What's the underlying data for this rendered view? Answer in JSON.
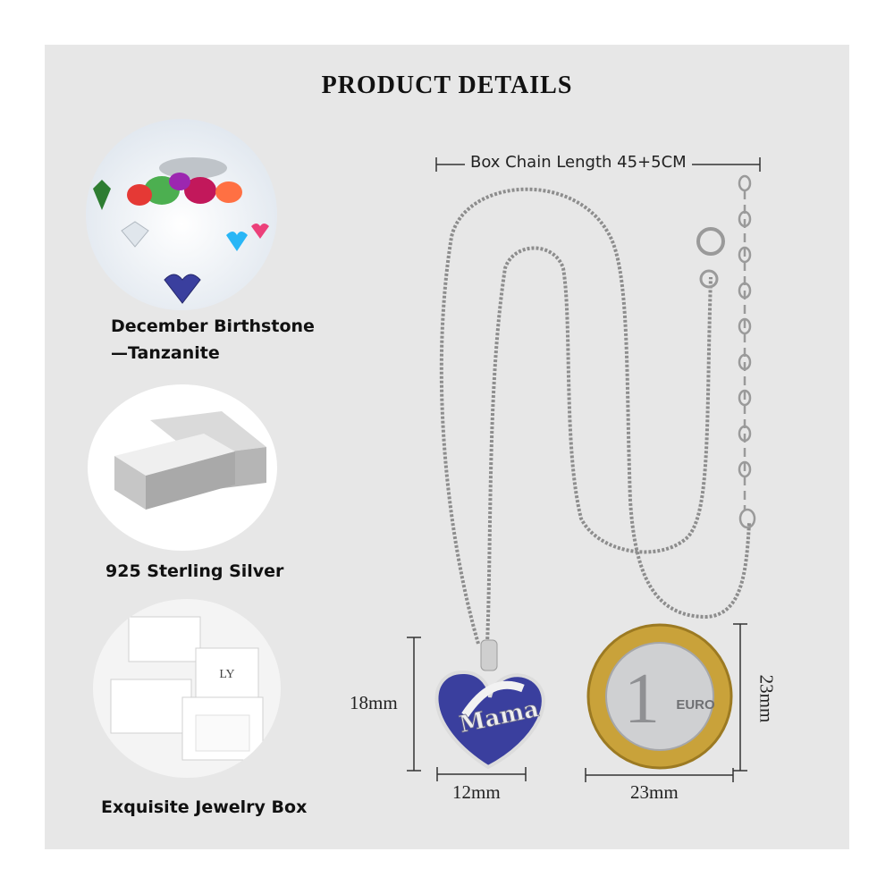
{
  "header": {
    "title": "PRODUCT DETAILS"
  },
  "features": [
    {
      "line1": "December Birthstone",
      "line2": "—Tanzanite",
      "icon": "gemstones-icon"
    },
    {
      "line1": "925 Sterling Silver",
      "icon": "silver-bars-icon"
    },
    {
      "line1": "Exquisite Jewelry Box",
      "icon": "jewelry-box-icon"
    }
  ],
  "measurements": {
    "chain_length": "Box Chain Length 45+5CM",
    "pendant_height": "18mm",
    "pendant_width": "12mm",
    "coin_width": "23mm",
    "coin_height": "23mm"
  },
  "coin": {
    "numeral": "1",
    "word": "EURO"
  },
  "pendant": {
    "engraving": "Mama"
  },
  "colors": {
    "background": "#e7e7e7",
    "tanzanite": "#3a3f9e",
    "silver": "#c9c9cc",
    "gold": "#c9a23a"
  }
}
